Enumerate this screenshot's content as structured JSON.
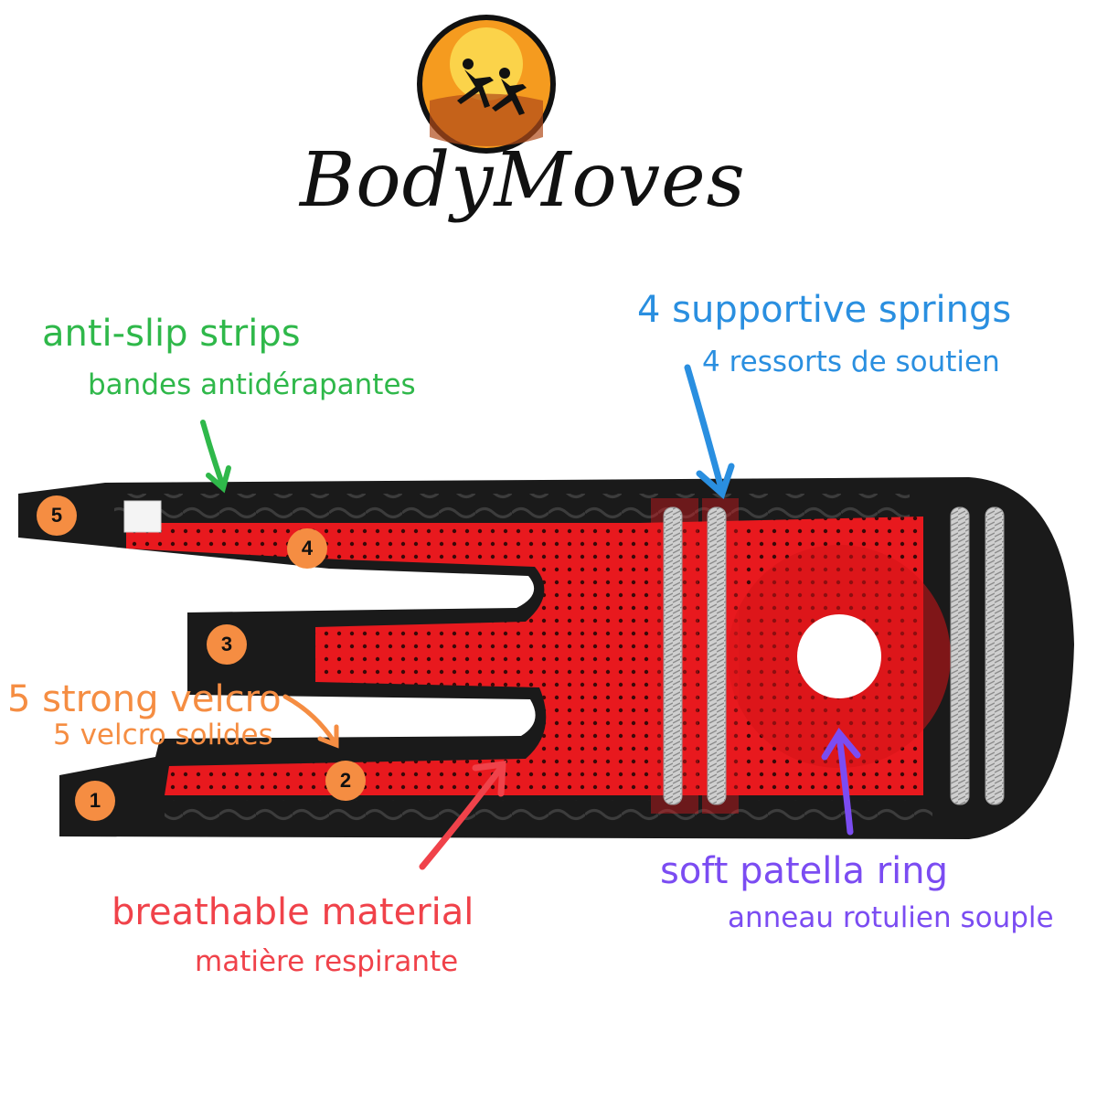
{
  "brand": {
    "name": "BodyMoves",
    "logo_icon": "sunset-runners-icon"
  },
  "labels": {
    "anti_slip_en": "anti-slip strips",
    "anti_slip_fr": "bandes antidérapantes",
    "springs_en": "4 supportive springs",
    "springs_fr": "4 ressorts de soutien",
    "velcro_en": "5 strong velcro",
    "velcro_fr": "5 velcro solides",
    "breathable_en": "breathable  material",
    "breathable_fr": "matière respirante",
    "patella_en": "soft patella ring",
    "patella_fr": "anneau rotulien souple"
  },
  "strap_numbers": [
    "1",
    "2",
    "3",
    "4",
    "5"
  ],
  "colors": {
    "green": "#2fb84a",
    "blue": "#2a8fe0",
    "orange": "#f58d42",
    "red": "#f0424a",
    "purple": "#7b4cf2",
    "brace_red": "#e8191e",
    "brace_black": "#1a1a1a"
  }
}
